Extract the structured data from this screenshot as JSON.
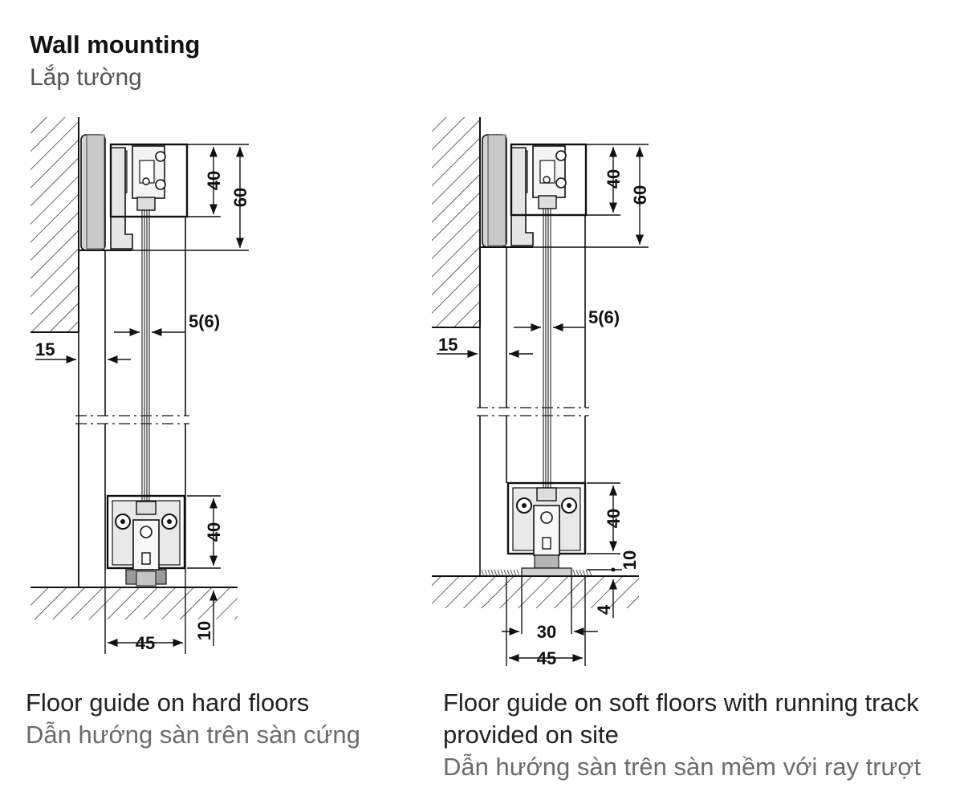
{
  "header": {
    "title_en": "Wall mounting",
    "title_vi": "Lắp tường"
  },
  "left_diagram": {
    "dim_top_inner": "40",
    "dim_top_outer": "60",
    "dim_glass": "5(6)",
    "dim_wall_gap": "15",
    "dim_bottom": "40",
    "dim_floor": "10",
    "dim_width": "45",
    "caption_en": "Floor guide on hard floors",
    "caption_vi": "Dẫn hướng sàn trên sàn cứng"
  },
  "right_diagram": {
    "dim_top_inner": "40",
    "dim_top_outer": "60",
    "dim_glass": "5(6)",
    "dim_wall_gap": "15",
    "dim_bottom": "40",
    "dim_floor": "10",
    "dim_track": "4",
    "dim_inner_width": "30",
    "dim_width": "45",
    "caption_en_line1": "Floor guide on soft floors with running track",
    "caption_en_line2": "provided on site",
    "caption_vi": "Dẫn hướng sàn trên sàn mềm với ray trượt"
  }
}
